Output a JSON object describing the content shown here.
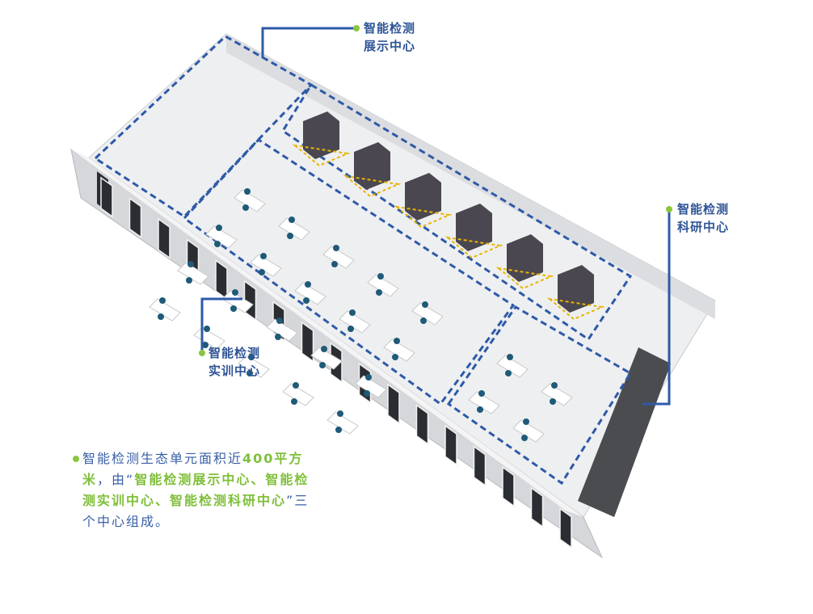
{
  "labels": {
    "display": {
      "line1": "智能检测",
      "line2": "展示中心"
    },
    "research": {
      "line1": "智能检测",
      "line2": "科研中心"
    },
    "training": {
      "line1": "智能检测",
      "line2": "实训中心"
    }
  },
  "description": {
    "part1": "智能检测生态单元面积近",
    "area": "400平方米",
    "part2": "，由“",
    "centers": "智能检测展示中心、智能检测实训中心、智能检测科研中心",
    "part3": "”三个中心组成。"
  },
  "colors": {
    "label_blue": "#2f5597",
    "accent_green": "#8cc63f",
    "line_blue": "#2e5aa8"
  }
}
